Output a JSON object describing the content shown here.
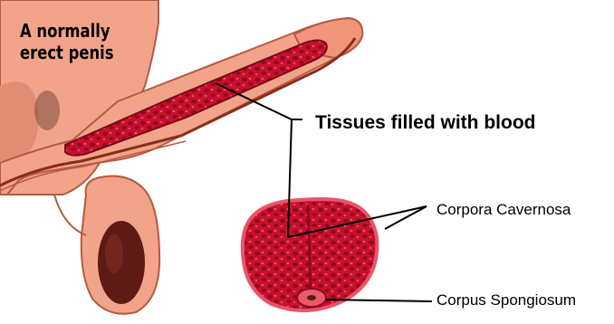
{
  "diagram": {
    "title_line1": "A normally",
    "title_line2": "erect penis",
    "label_tissues": "Tissues filled with blood",
    "label_cavernosa": "Corpora Cavernosa",
    "label_spongiosum": "Corpus Spongiosum"
  },
  "colors": {
    "skin": "#f2a48a",
    "skin_dark": "#d9735b",
    "tissue": "#c8102e",
    "tissue_dark": "#8e0a1f",
    "cell_light": "#e85a6a",
    "testis_dark": "#5e1a14"
  }
}
